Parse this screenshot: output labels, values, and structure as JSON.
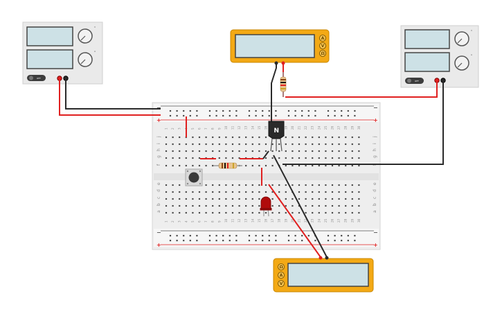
{
  "breadboard": {
    "columns": 30,
    "top_rows": [
      "j",
      "i",
      "h",
      "g",
      "f"
    ],
    "bottom_rows": [
      "e",
      "d",
      "c",
      "b",
      "a"
    ],
    "rail_minus": "−",
    "rail_plus": "+"
  },
  "power_supplies": [
    {
      "name": "left",
      "button_label": "OFF",
      "knob_labels": [
        "V",
        "A"
      ]
    },
    {
      "name": "right",
      "button_label": "OFF",
      "knob_labels": [
        "V",
        "A"
      ]
    }
  ],
  "multimeters": [
    {
      "name": "top",
      "mode_labels": [
        "A",
        "V",
        "Ω"
      ]
    },
    {
      "name": "bottom",
      "mode_labels": [
        "Ω",
        "A",
        "V"
      ]
    }
  ],
  "transistor": {
    "label": "N"
  },
  "colors": {
    "wire_red": "#e02020",
    "wire_black": "#2a2a2a",
    "meter_body": "#f3a915",
    "rail_red": "#e02020",
    "breadboard": "#f1f1f1"
  }
}
